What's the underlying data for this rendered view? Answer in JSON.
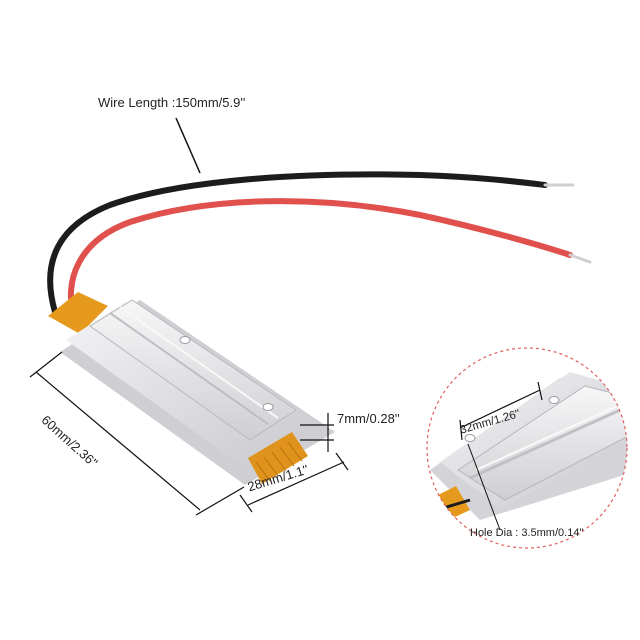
{
  "labels": {
    "wire_length": "Wire Length :150mm/5.9''",
    "thickness": "7mm/0.28''",
    "width": "28mm/1.1''",
    "length": "60mm/2.36''",
    "hole_spacing": "32mm/1.26''",
    "hole_diameter": "Hole Dia : 3.5mm/0.14''"
  },
  "colors": {
    "background": "#ffffff",
    "aluminum": "#e4e4e6",
    "aluminum_dark": "#c2c2c6",
    "black_wire": "#1c1c1c",
    "red_wire": "#e0504c",
    "kapton_tape": "#e59a1e",
    "callout_circle": "#e06060",
    "dimension_line": "#111111"
  }
}
